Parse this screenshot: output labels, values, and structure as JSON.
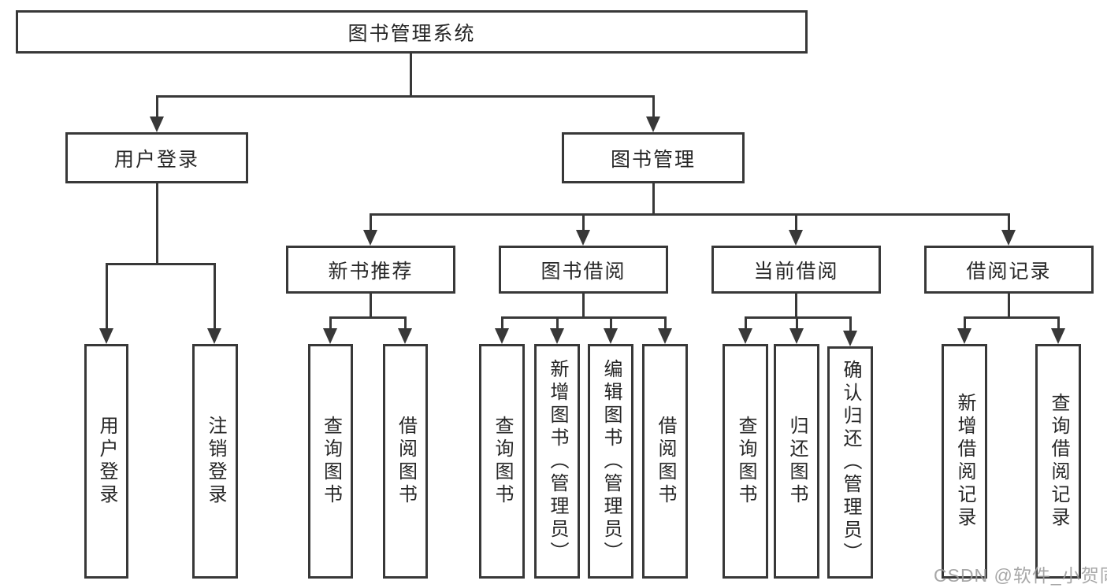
{
  "tree": {
    "root": "图书管理系统",
    "branches": [
      {
        "label": "用户登录",
        "children": [
          "用户登录",
          "注销登录"
        ]
      },
      {
        "label": "图书管理",
        "groups": [
          {
            "label": "新书推荐",
            "children": [
              "查询图书",
              "借阅图书"
            ]
          },
          {
            "label": "图书借阅",
            "children": [
              "查询图书",
              "新增图书（管理员）",
              "编辑图书（管理员）",
              "借阅图书"
            ]
          },
          {
            "label": "当前借阅",
            "children": [
              "查询图书",
              "归还图书",
              "确认归还（管理员）"
            ]
          },
          {
            "label": "借阅记录",
            "children": [
              "新增借阅记录",
              "查询借阅记录"
            ]
          }
        ]
      }
    ]
  },
  "watermark": "CSDN @软件_小贺同学",
  "colors": {
    "line": "#383838",
    "text": "#262626",
    "background": "#ffffff",
    "watermark": "#9b9b9b"
  }
}
